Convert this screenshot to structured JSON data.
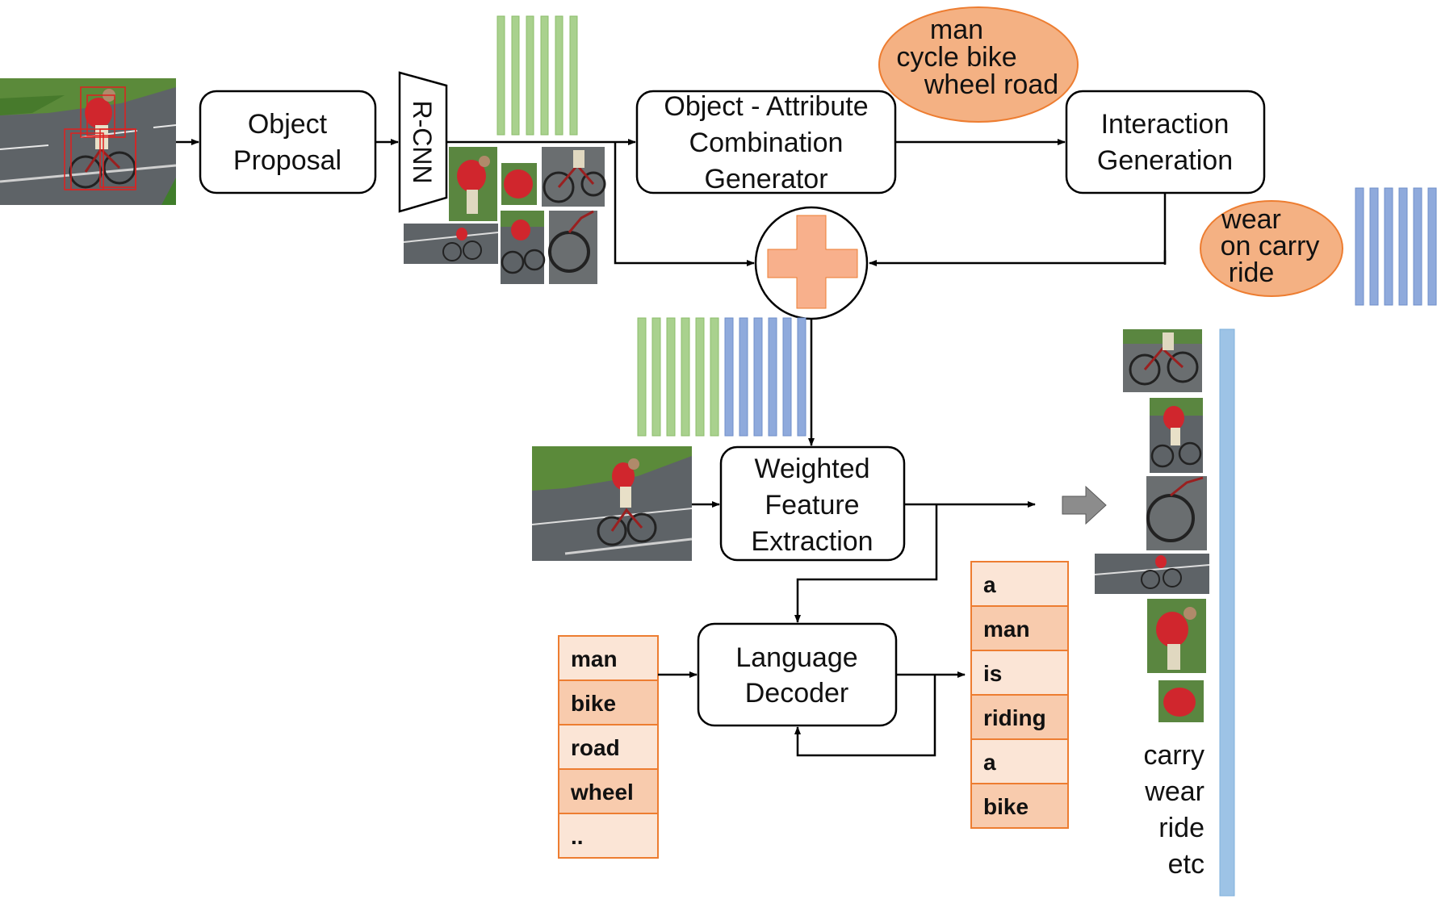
{
  "boxes": {
    "object_proposal": [
      "Object",
      "Proposal"
    ],
    "rcnn": "R-CNN",
    "oac_generator": [
      "Object - Attribute",
      "Combination",
      "Generator"
    ],
    "interaction_generation": [
      "Interaction",
      "Generation"
    ],
    "weighted_feature_extraction": [
      "Weighted",
      "Feature",
      "Extraction"
    ],
    "language_decoder": [
      "Language",
      "Decoder"
    ]
  },
  "objects_oval": [
    "man",
    "cycle bike",
    "wheel  road"
  ],
  "interactions_oval": [
    "wear",
    "on  carry",
    "ride"
  ],
  "input_words": [
    "man",
    "bike",
    "road",
    "wheel",
    ".."
  ],
  "output_words": [
    "a",
    "man",
    "is",
    "riding",
    "a",
    "bike"
  ],
  "verb_list": [
    "carry",
    "wear",
    "ride",
    "etc"
  ],
  "colors": {
    "green_feature": "#a9d18e",
    "blue_feature": "#8faadc",
    "oval_fill": "#f4b183",
    "oval_stroke": "#ed7d31",
    "plus_fill": "#f8b08c",
    "word_border": "#ed7d31",
    "word_fill_light": "#fbe5d6",
    "word_fill_dark": "#f8cbad",
    "long_bar": "#9dc3e6",
    "road": "#555a5e",
    "grass": "#5b8a3a",
    "backpack": "#d0262d"
  },
  "icons": [
    "photo-icon",
    "plus-icon",
    "gray-arrow-icon"
  ]
}
